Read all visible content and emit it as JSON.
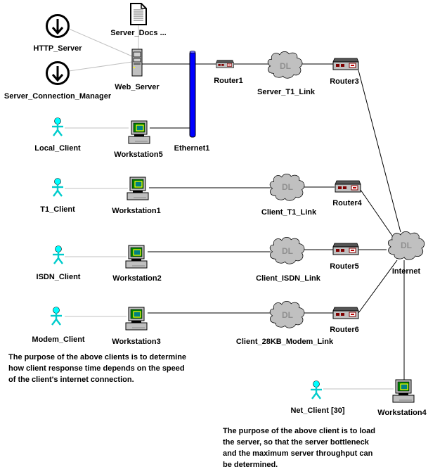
{
  "nodes": {
    "server_docs": {
      "label": "Server_Docs ...",
      "icon": "document-icon"
    },
    "http_server": {
      "label": "HTTP_Server",
      "icon": "application-icon"
    },
    "server_connection_manager": {
      "label": "Server_Connection_Manager",
      "icon": "application-icon"
    },
    "web_server": {
      "label": "Web_Server",
      "icon": "server-tower-icon"
    },
    "ethernet1": {
      "label": "Ethernet1",
      "icon": "ethernet-bus-icon"
    },
    "router1": {
      "label": "Router1",
      "icon": "router-icon"
    },
    "server_t1_link": {
      "label": "Server_T1_Link",
      "icon": "cloud-icon",
      "text": "DL"
    },
    "router3": {
      "label": "Router3",
      "icon": "router-icon"
    },
    "local_client": {
      "label": "Local_Client",
      "icon": "person-icon"
    },
    "workstation5": {
      "label": "Workstation5",
      "icon": "workstation-icon"
    },
    "t1_client": {
      "label": "T1_Client",
      "icon": "person-icon"
    },
    "workstation1": {
      "label": "Workstation1",
      "icon": "workstation-icon"
    },
    "client_t1_link": {
      "label": "Client_T1_Link",
      "icon": "cloud-icon",
      "text": "DL"
    },
    "router4": {
      "label": "Router4",
      "icon": "router-icon"
    },
    "isdn_client": {
      "label": "ISDN_Client",
      "icon": "person-icon"
    },
    "workstation2": {
      "label": "Workstation2",
      "icon": "workstation-icon"
    },
    "client_isdn_link": {
      "label": "Client_ISDN_Link",
      "icon": "cloud-icon",
      "text": "DL"
    },
    "router5": {
      "label": "Router5",
      "icon": "router-icon"
    },
    "modem_client": {
      "label": "Modem_Client",
      "icon": "person-icon"
    },
    "workstation3": {
      "label": "Workstation3",
      "icon": "workstation-icon"
    },
    "client_28kb_modem_link": {
      "label": "Client_28KB_Modem_Link",
      "icon": "cloud-icon",
      "text": "DL"
    },
    "router6": {
      "label": "Router6",
      "icon": "router-icon"
    },
    "internet": {
      "label": "Internet",
      "icon": "cloud-icon",
      "text": "DL"
    },
    "net_client": {
      "label": "Net_Client [30]",
      "icon": "person-icon"
    },
    "workstation4": {
      "label": "Workstation4",
      "icon": "workstation-icon"
    }
  },
  "notes": {
    "clients_note": [
      "The purpose of the above clients is to determine",
      "how client response time depends on the speed",
      "of the client's internet connection."
    ],
    "net_client_note": [
      "The purpose of the above client  is to load",
      "the server, so that the server bottleneck",
      "and the maximum server throughput can",
      "be determined."
    ]
  },
  "colors": {
    "ethernet": "#0000ff",
    "person": "#00ffff",
    "cloud": "#c0c0c0",
    "link_solid": "#000000",
    "link_logical": "#c0c0c0"
  }
}
